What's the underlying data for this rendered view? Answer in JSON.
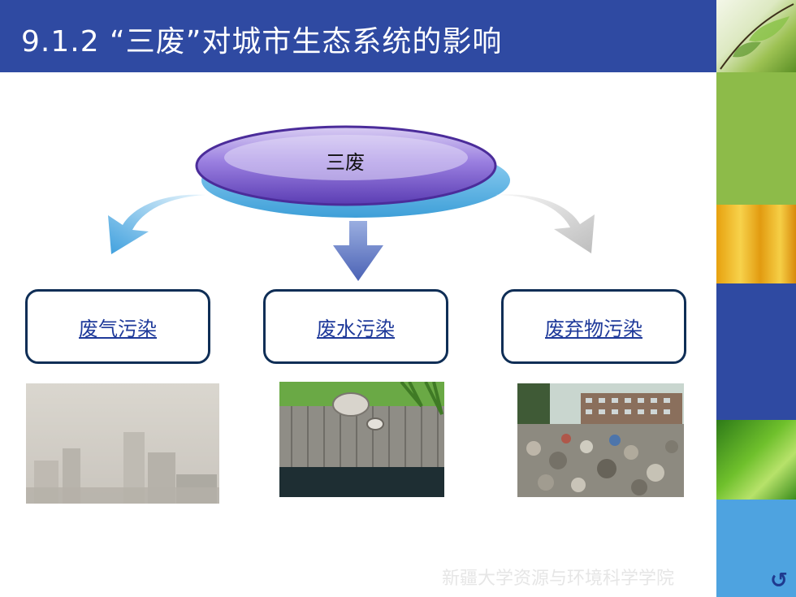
{
  "slide": {
    "title": "9.1.2 “三废”对城市生态系统的影响",
    "center_label": "三废",
    "boxes": [
      {
        "label": "废气污染"
      },
      {
        "label": "废水污染"
      },
      {
        "label": "废弃物污染"
      }
    ],
    "footer": "新疆大学资源与环境科学学院"
  },
  "colors": {
    "header": "#2f4aa2",
    "box_border": "#0f2e56",
    "link": "#1f3a9a",
    "oval": "#7f5fcf",
    "oval_base": "#58b6e8"
  },
  "icons": {
    "nav": "return-icon"
  }
}
